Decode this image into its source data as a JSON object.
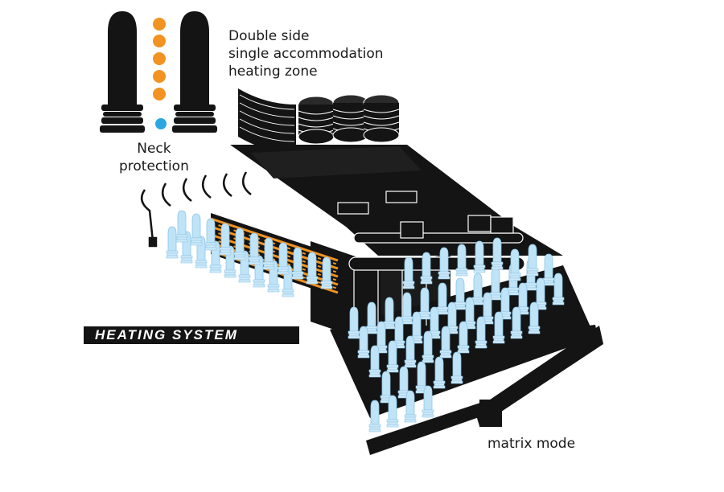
{
  "labels": {
    "heating_zone": [
      "Double side",
      "single accommodation",
      "heating zone"
    ],
    "neck_protection": [
      "Neck",
      "protection"
    ],
    "heating_system": "HEATING SYSTEM",
    "matrix_mode": "matrix mode"
  },
  "colors": {
    "machine": "#141414",
    "preform": "#bfe3f7",
    "preform_edge": "#8ec6e6",
    "heater": "#f29321",
    "neck_dot": "#2aa7e0",
    "banner_text": "#ffffff"
  },
  "legend_dots": {
    "heater_count": 5,
    "neck_count": 1
  }
}
